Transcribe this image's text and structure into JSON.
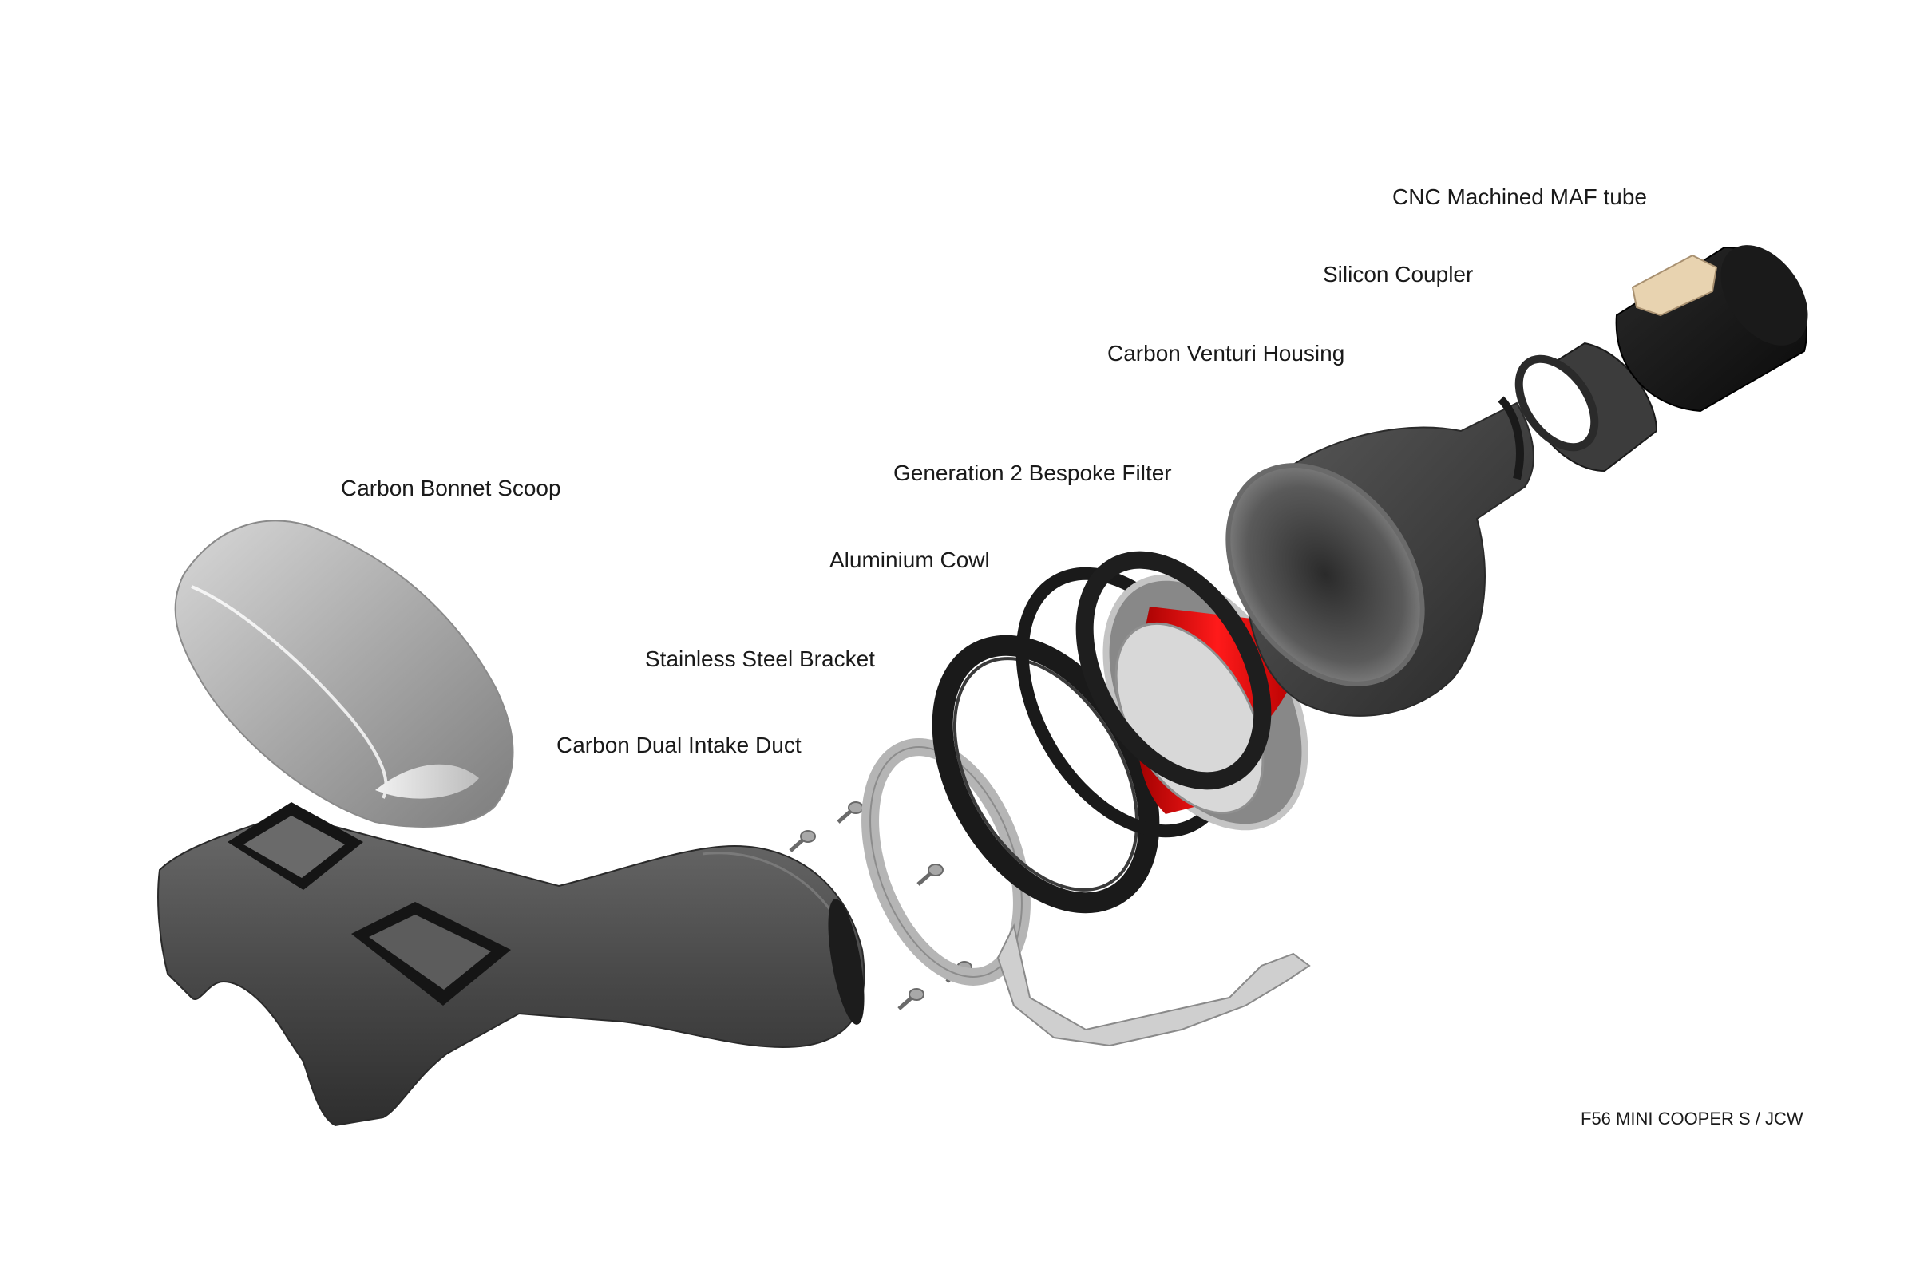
{
  "labels": {
    "maf_tube": "CNC Machined MAF tube",
    "silicon_coupler": "Silicon Coupler",
    "venturi_housing": "Carbon Venturi Housing",
    "filter": "Generation 2 Bespoke Filter",
    "bonnet_scoop": "Carbon Bonnet Scoop",
    "cowl": "Aluminium Cowl",
    "bracket": "Stainless Steel Bracket",
    "intake_duct": "Carbon Dual Intake Duct"
  },
  "model_caption": "F56 MINI COOPER S / JCW",
  "colors": {
    "background": "#ffffff",
    "carbon": "#3f3f3f",
    "aluminium": "#b9b9b9",
    "filter": "#e01010",
    "rubber": "#1c1c1c",
    "text": "#1a1a1a"
  }
}
